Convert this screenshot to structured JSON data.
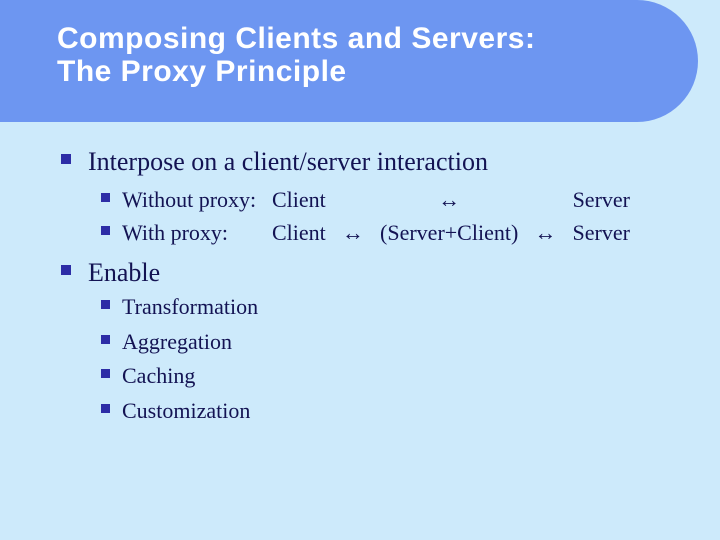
{
  "slide": {
    "colors": {
      "background": "#cdeafb",
      "header_band": "#6d96f1",
      "title_text": "#ffffff",
      "body_text": "#131353",
      "bullet": "#2d2da6"
    },
    "title": {
      "line1": "Composing Clients and Servers:",
      "line2": "The Proxy Principle"
    },
    "body": {
      "interpose": {
        "heading": "Interpose on a client/server interaction",
        "rows": [
          {
            "label": "Without proxy:",
            "parts": [
              "Client",
              "↔",
              "Server"
            ]
          },
          {
            "label": "With proxy:",
            "parts": [
              "Client",
              "↔",
              "(Server+Client)",
              "↔",
              "Server"
            ]
          }
        ]
      },
      "enable": {
        "heading": "Enable",
        "items": [
          "Transformation",
          "Aggregation",
          "Caching",
          "Customization"
        ]
      }
    }
  }
}
